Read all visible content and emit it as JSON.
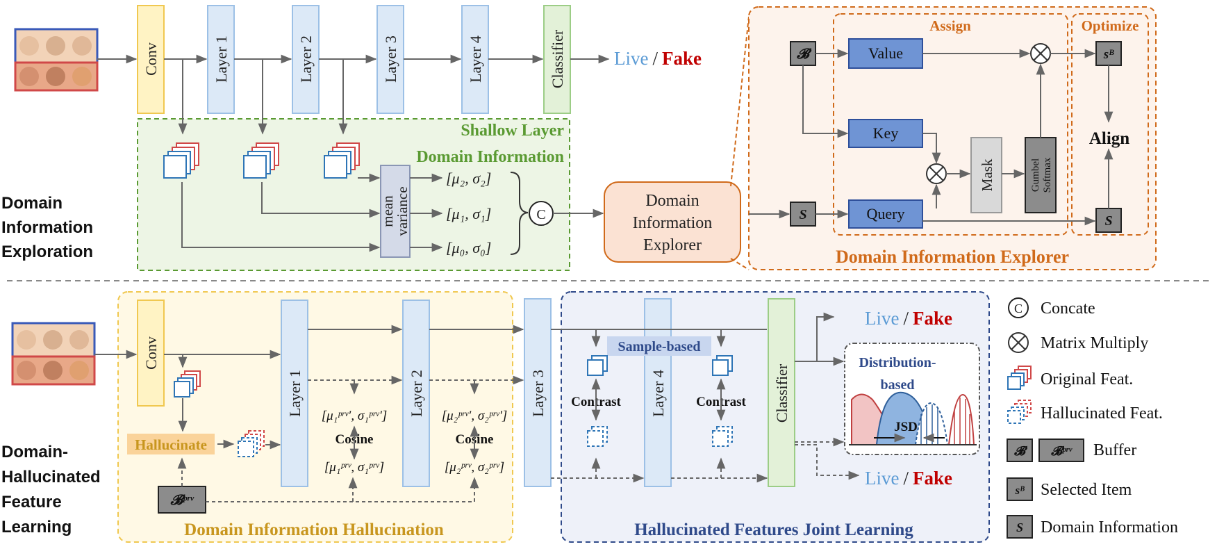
{
  "side_labels": {
    "top": [
      "Domain",
      "Information",
      "Exploration"
    ],
    "bottom": [
      "Domain-",
      "Hallucinated",
      "Feature",
      "Learning"
    ]
  },
  "top": {
    "conv": "Conv",
    "layers": [
      "Layer 1",
      "Layer 2",
      "Layer 3",
      "Layer 4"
    ],
    "classifier": "Classifier",
    "live": "Live",
    "slash": "/",
    "fake": "Fake",
    "shallow_title": [
      "Shallow Layer",
      "Domain Information"
    ],
    "mean_variance": [
      "mean",
      "variance"
    ],
    "stats": [
      "[μ₂, σ₂]",
      "[μ₁, σ₁]",
      "[μ₀, σ₀]"
    ],
    "concat_symbol": "C",
    "explorer_box": [
      "Domain",
      "Information",
      "Explorer"
    ]
  },
  "explorer": {
    "assign": "Assign",
    "optimize": "Optimize",
    "title": "Domain Information Explorer",
    "value": "Value",
    "key": "Key",
    "query": "Query",
    "mask": "Mask",
    "gumbel": [
      "Gumbel",
      "Softmax"
    ],
    "align": "Align",
    "B": "𝓑",
    "S": "S",
    "sB": "sᴮ"
  },
  "bottom": {
    "conv": "Conv",
    "hallucinate": "Hallucinate",
    "bprv": "𝓑ᵖʳᵛ",
    "layers": [
      "Layer 1",
      "Layer 2",
      "Layer 3",
      "Layer 4"
    ],
    "classifier": "Classifier",
    "cos1_top": "[μ₁ᵖʳᵛ′, σ₁ᵖʳᵛ′]",
    "cos1_bot": "[μ₁ᵖʳᵛ, σ₁ᵖʳᵛ]",
    "cos2_top": "[μ₂ᵖʳᵛ′, σ₂ᵖʳᵛ′]",
    "cos2_bot": "[μ₂ᵖʳᵛ, σ₂ᵖʳᵛ]",
    "cosine": "Cosine",
    "contrast": "Contrast",
    "sample_based": "Sample-based",
    "distribution_based": [
      "Distribution-",
      "based"
    ],
    "jsd": "JSD",
    "live": "Live",
    "slash": "/",
    "fake": "Fake",
    "hall_title": "Domain Information Hallucination",
    "joint_title": "Hallucinated Features Joint Learning"
  },
  "legend": {
    "concat": "Concate",
    "matmul": "Matrix Multiply",
    "original": "Original Feat.",
    "hallucinated": "Hallucinated Feat.",
    "buffer": "Buffer",
    "selected": "Selected Item",
    "domain_info": "Domain Information",
    "B": "𝓑",
    "bprv": "𝓑ᵖʳᵛ",
    "sB": "sᴮ",
    "S": "S",
    "C": "C"
  },
  "colors": {
    "live": "#5b9bd5",
    "fake": "#c00000",
    "green_title": "#5a9a32",
    "orange_title": "#d06a1a",
    "gold_title": "#c8961e",
    "navy_title": "#2f4a8a"
  }
}
